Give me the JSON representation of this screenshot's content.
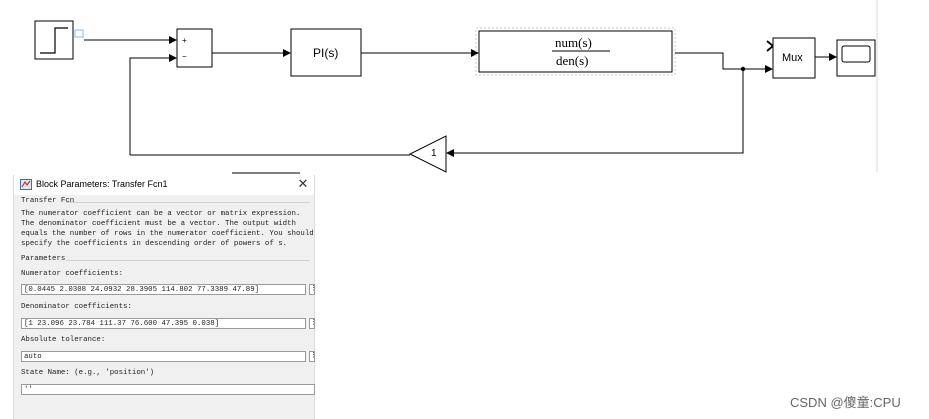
{
  "model": {
    "sum_plus": "+",
    "sum_minus": "−",
    "pi_label": "PI(s)",
    "tf_num": "num(s)",
    "tf_den": "den(s)",
    "mux_label": "Mux",
    "gain_label": "1"
  },
  "dialog": {
    "title": "Block Parameters: Transfer Fcn1",
    "close_glyph": "✕",
    "group_title": "Transfer Fcn",
    "description": [
      "The numerator coefficient can be a vector or matrix expression.",
      "The denominator coefficient must be a vector. The output width",
      "equals the number of rows in the numerator coefficient. You should",
      "specify the coefficients in descending order of powers of s."
    ],
    "params_title": "Parameters",
    "numerator_label": "Numerator coefficients:",
    "numerator_value": "[0.0445 2.0308 24.0932 28.3905 114.802 77.3389 47.89]",
    "denominator_label": "Denominator coefficients:",
    "denominator_value": "[1 23.096 23.784 111.37 76.600 47.395 0.038]",
    "tolerance_label": "Absolute tolerance:",
    "tolerance_value": "auto",
    "state_label": "State Name: (e.g., 'position')",
    "state_value": "''",
    "field_button": "⋮"
  },
  "watermark": "CSDN @傻童:CPU",
  "colors": {
    "line": "#000000",
    "dialog_bg": "#f0f0f0",
    "field_border": "#9a9a9a",
    "watermark": "#666666"
  }
}
